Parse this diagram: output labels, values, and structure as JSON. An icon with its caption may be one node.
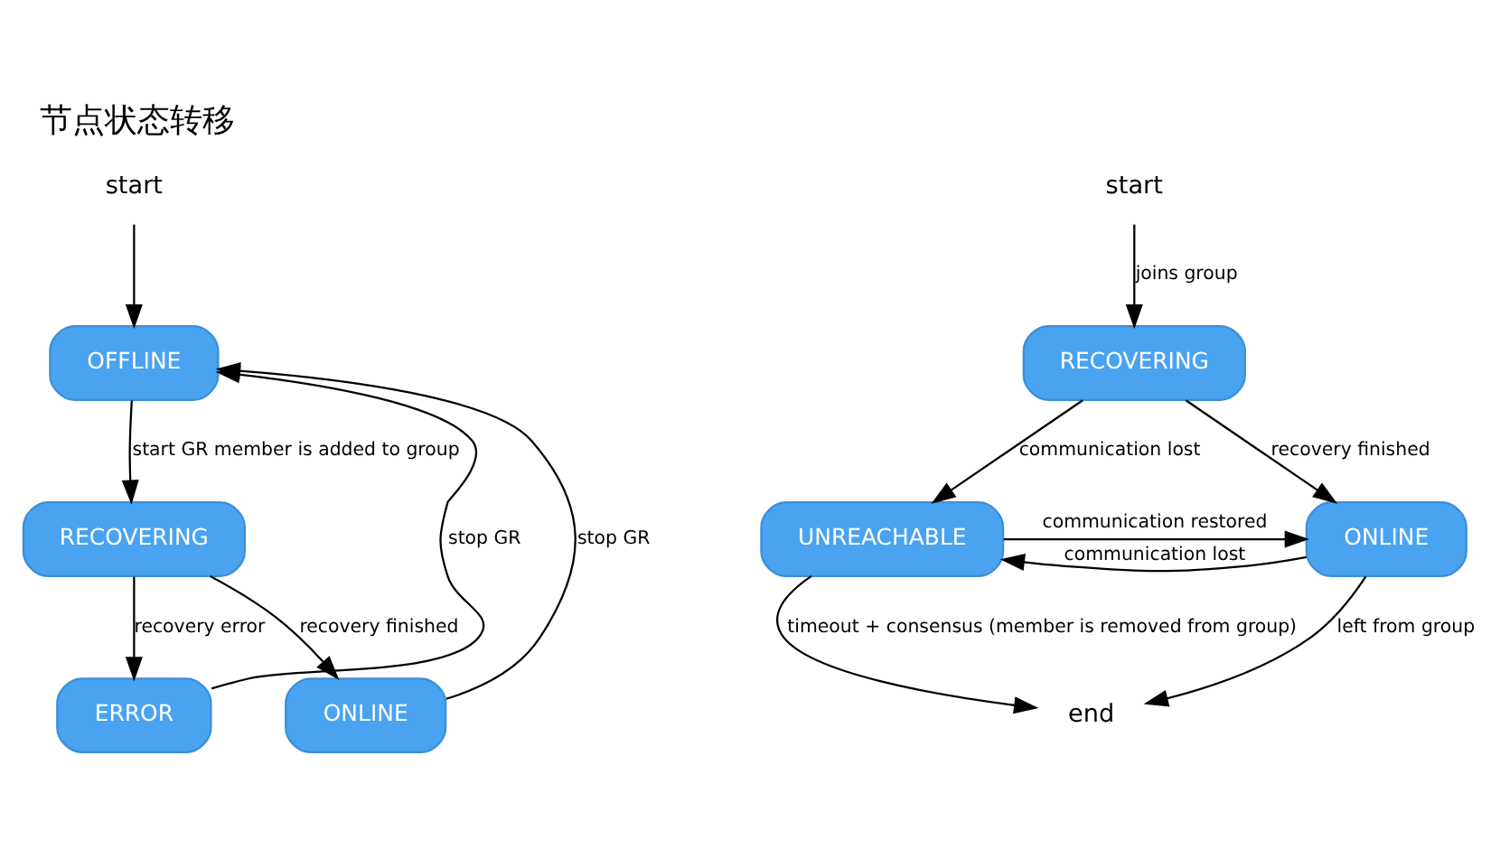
{
  "diagram": {
    "title": "节点状态转移",
    "nodes": [
      {
        "text": [
          "start"
        ]
      },
      {
        "text": [
          "OFFLINE"
        ]
      },
      {
        "text": [
          "RECOVERING"
        ]
      },
      {
        "text": [
          "ERROR"
        ]
      },
      {
        "text": [
          "ONLINE"
        ]
      },
      {
        "text": [
          "start"
        ]
      },
      {
        "text": [
          "RECOVERING"
        ]
      },
      {
        "text": [
          "UNREACHABLE"
        ]
      },
      {
        "text": [
          "ONLINE"
        ]
      },
      {
        "text": [
          "end"
        ]
      }
    ],
    "edges": [
      {
        "from": 0,
        "to": 1,
        "arrow": "to"
      },
      {
        "from": 1,
        "to": 2,
        "arrow": "to",
        "label": "start GR member is added to group"
      },
      {
        "from": 2,
        "to": 3,
        "arrow": "to",
        "label": "recovery error"
      },
      {
        "from": 2,
        "to": 4,
        "arrow": "to",
        "label": "recovery finished"
      },
      {
        "from": 3,
        "to": 1,
        "arrow": "to",
        "label": "stop GR"
      },
      {
        "from": 4,
        "to": 1,
        "arrow": "to",
        "label": "stop GR"
      },
      {
        "from": 5,
        "to": 6,
        "arrow": "to",
        "label": "joins group"
      },
      {
        "from": 6,
        "to": 7,
        "arrow": "to",
        "label": "communication lost"
      },
      {
        "from": 6,
        "to": 8,
        "arrow": "to",
        "label": "recovery finished"
      },
      {
        "from": 7,
        "to": 8,
        "arrow": "to",
        "label": "communication restored"
      },
      {
        "from": 8,
        "to": 7,
        "arrow": "to",
        "label": "communication lost"
      },
      {
        "from": 7,
        "to": 9,
        "arrow": "to",
        "label": "timeout + consensus (member is removed from group)"
      },
      {
        "from": 8,
        "to": 9,
        "arrow": "to",
        "label": "left from group"
      }
    ]
  }
}
